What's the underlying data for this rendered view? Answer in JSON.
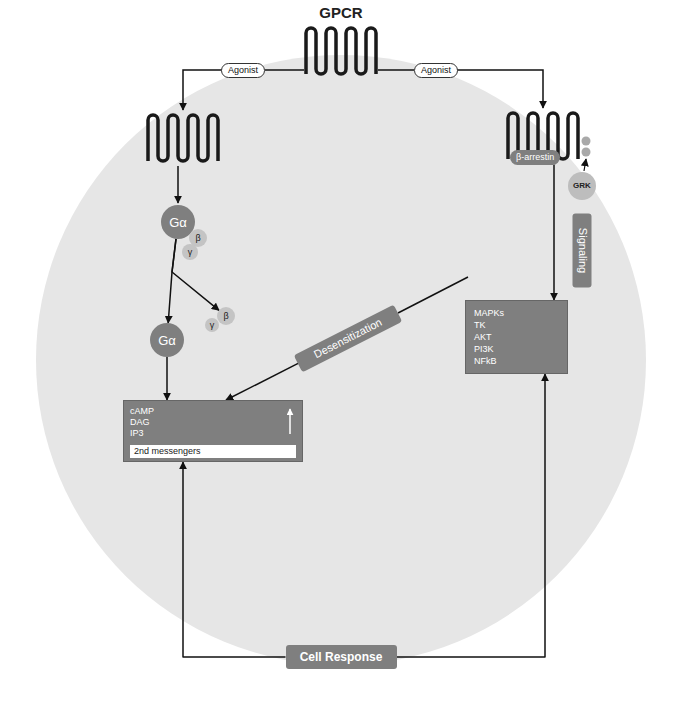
{
  "diagram": {
    "nodes": [
      {
        "text": [
          "GPCR"
        ]
      },
      {
        "text": [
          "Agonist"
        ]
      },
      {
        "text": [
          "Agonist"
        ]
      },
      {
        "text": [
          "Gα"
        ]
      },
      {
        "text": [
          "β"
        ]
      },
      {
        "text": [
          "γ"
        ]
      },
      {
        "text": [
          "Gα"
        ]
      },
      {
        "text": [
          "γ"
        ]
      },
      {
        "text": [
          "β"
        ]
      },
      {
        "text": [
          "β-arrestin"
        ]
      },
      {
        "text": [
          "GRK"
        ]
      },
      {
        "text": [
          "Signaling"
        ]
      },
      {
        "text": [
          "Desensitization"
        ]
      },
      {
        "text": [
          "cAMP DAG IP3",
          "2nd messengers"
        ]
      },
      {
        "text": [
          "MAPKs TK AKT PI3K NFkB"
        ]
      },
      {
        "text": [
          "Cell Response"
        ]
      }
    ],
    "edges": [
      {
        "from": 0,
        "to": 1,
        "arrow": "none"
      },
      {
        "from": 0,
        "to": 2,
        "arrow": "none"
      },
      {
        "from": 3,
        "to": 6,
        "arrow": "to"
      },
      {
        "from": 3,
        "to": 8,
        "arrow": "to"
      },
      {
        "from": 6,
        "to": 13,
        "arrow": "to"
      },
      {
        "from": 9,
        "to": 14,
        "arrow": "to"
      },
      {
        "from": 12,
        "to": 13,
        "arrow": "to"
      },
      {
        "from": 15,
        "to": 13,
        "arrow": "to"
      },
      {
        "from": 15,
        "to": 14,
        "arrow": "to"
      }
    ]
  }
}
